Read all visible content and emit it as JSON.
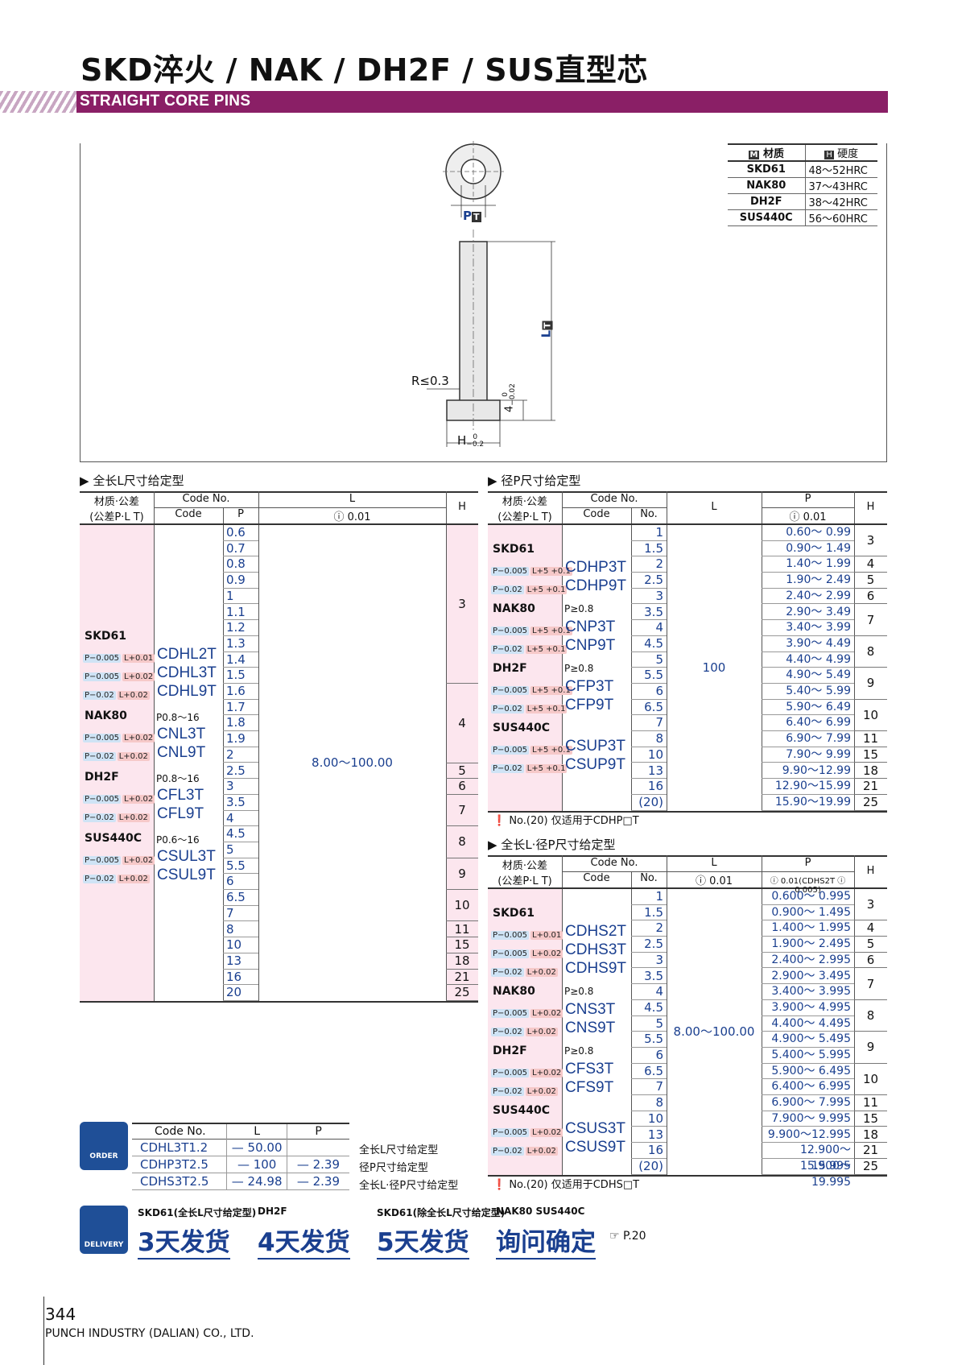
{
  "header": {
    "title": "SKD淬火 / NAK / DH2F / SUS直型芯",
    "subtitle": "STRAIGHT CORE PINS"
  },
  "diagram": {
    "p_label": "P",
    "t_mark": "T",
    "l_label": "L",
    "radius": "R≤0.3",
    "h_label": "H",
    "h_tol_up": "0",
    "h_tol_low": "−0.2",
    "four_label": "4",
    "four_tol_up": "0",
    "four_tol_low": "−0.02"
  },
  "material_table": {
    "col_material": "材质",
    "col_hardness": "硬度",
    "m_badge": "M",
    "h_badge": "H",
    "rows": [
      {
        "m": "SKD61",
        "h": "48～52HRC"
      },
      {
        "m": "NAK80",
        "h": "37～43HRC"
      },
      {
        "m": "DH2F",
        "h": "38～42HRC"
      },
      {
        "m": "SUS440C",
        "h": "56～60HRC"
      }
    ]
  },
  "section1": {
    "title": "全长L尺寸给定型",
    "hdr_mat": "材质·公差",
    "hdr_mat2": "(公差P·L",
    "hdr_code_no": "Code No.",
    "hdr_code": "Code",
    "hdr_p": "P",
    "hdr_l": "L",
    "hdr_l_tol": "0.01",
    "hdr_h": "H",
    "l_range": "8.00～100.00",
    "p_values": [
      "0.6",
      "0.7",
      "0.8",
      "0.9",
      "1",
      "1.1",
      "1.2",
      "1.3",
      "1.4",
      "1.5",
      "1.6",
      "1.7",
      "1.8",
      "1.9",
      "2",
      "2.5",
      "3",
      "3.5",
      "4",
      "4.5",
      "5",
      "5.5",
      "6",
      "6.5",
      "7",
      "8",
      "10",
      "13",
      "16",
      "20"
    ],
    "h_values": [
      "3",
      "4",
      "5",
      "6",
      "7",
      "8",
      "9",
      "10",
      "11",
      "15",
      "18",
      "21",
      "25"
    ],
    "groups": [
      {
        "name": "SKD61",
        "note": "",
        "rows": [
          {
            "p": "P−0.005",
            "l": "L+0.01",
            "code": "CDHL2T"
          },
          {
            "p": "P−0.005",
            "l": "L+0.02",
            "code": "CDHL3T"
          },
          {
            "p": "P−0.02",
            "l": "L+0.02",
            "code": "CDHL9T"
          }
        ]
      },
      {
        "name": "NAK80",
        "note": "P0.8～16",
        "rows": [
          {
            "p": "P−0.005",
            "l": "L+0.02",
            "code": "CNL3T"
          },
          {
            "p": "P−0.02",
            "l": "L+0.02",
            "code": "CNL9T"
          }
        ]
      },
      {
        "name": "DH2F",
        "note": "P0.8～16",
        "rows": [
          {
            "p": "P−0.005",
            "l": "L+0.02",
            "code": "CFL3T"
          },
          {
            "p": "P−0.02",
            "l": "L+0.02",
            "code": "CFL9T"
          }
        ]
      },
      {
        "name": "SUS440C",
        "note": "P0.6～16",
        "rows": [
          {
            "p": "P−0.005",
            "l": "L+0.02",
            "code": "CSUL3T"
          },
          {
            "p": "P−0.02",
            "l": "L+0.02",
            "code": "CSUL9T"
          }
        ]
      }
    ]
  },
  "section2": {
    "title": "径P尺寸给定型",
    "hdr_no": "No.",
    "hdr_p_tol": "0.01",
    "l_value": "100",
    "no_values": [
      "1",
      "1.5",
      "2",
      "2.5",
      "3",
      "3.5",
      "4",
      "4.5",
      "5",
      "5.5",
      "6",
      "6.5",
      "7",
      "8",
      "10",
      "13",
      "16",
      "(20)"
    ],
    "p_ranges": [
      "0.60～ 0.99",
      "0.90～ 1.49",
      "1.40～ 1.99",
      "1.90～ 2.49",
      "2.40～ 2.99",
      "2.90～ 3.49",
      "3.40～ 3.99",
      "3.90～ 4.49",
      "4.40～ 4.99",
      "4.90～ 5.49",
      "5.40～ 5.99",
      "5.90～ 6.49",
      "6.40～ 6.99",
      "6.90～ 7.99",
      "7.90～ 9.99",
      "9.90～12.99",
      "12.90～15.99",
      "15.90～19.99"
    ],
    "h_values": [
      "3",
      "4",
      "5",
      "6",
      "7",
      "8",
      "9",
      "10",
      "11",
      "15",
      "18",
      "21",
      "25"
    ],
    "groups": [
      {
        "name": "SKD61",
        "note": "",
        "rows": [
          {
            "p": "P−0.005",
            "l": "L+5 +0.1",
            "code": "CDHP3T"
          },
          {
            "p": "P−0.02",
            "l": "L+5 +0.1",
            "code": "CDHP9T"
          }
        ]
      },
      {
        "name": "NAK80",
        "note": "P≥0.8",
        "rows": [
          {
            "p": "P−0.005",
            "l": "L+5 +0.1",
            "code": "CNP3T"
          },
          {
            "p": "P−0.02",
            "l": "L+5 +0.1",
            "code": "CNP9T"
          }
        ]
      },
      {
        "name": "DH2F",
        "note": "P≥0.8",
        "rows": [
          {
            "p": "P−0.005",
            "l": "L+5 +0.1",
            "code": "CFP3T"
          },
          {
            "p": "P−0.02",
            "l": "L+5 +0.1",
            "code": "CFP9T"
          }
        ]
      },
      {
        "name": "SUS440C",
        "note": "",
        "rows": [
          {
            "p": "P−0.005",
            "l": "L+5 +0.1",
            "code": "CSUP3T"
          },
          {
            "p": "P−0.02",
            "l": "L+5 +0.1",
            "code": "CSUP9T"
          }
        ]
      }
    ],
    "footnote": "No.(20) 仅适用于CDHP□T"
  },
  "section3": {
    "title": "全长L·径P尺寸给定型",
    "hdr_l_tol": "0.01",
    "hdr_p_tol": "0.01(CDHS2T",
    "hdr_p_tol2": "0.005)",
    "l_range": "8.00～100.00",
    "no_values": [
      "1",
      "1.5",
      "2",
      "2.5",
      "3",
      "3.5",
      "4",
      "4.5",
      "5",
      "5.5",
      "6",
      "6.5",
      "7",
      "8",
      "10",
      "13",
      "16",
      "(20)"
    ],
    "p_ranges": [
      "0.600～ 0.995",
      "0.900～ 1.495",
      "1.400～ 1.995",
      "1.900～ 2.495",
      "2.400～ 2.995",
      "2.900～ 3.495",
      "3.400～ 3.995",
      "3.900～ 4.995",
      "4.400～ 4.495",
      "4.900～ 5.495",
      "5.400～ 5.995",
      "5.900～ 6.495",
      "6.400～ 6.995",
      "6.900～ 7.995",
      "7.900～ 9.995",
      "9.900～12.995",
      "12.900～15.995",
      "15.900～19.995"
    ],
    "h_values": [
      "3",
      "4",
      "5",
      "6",
      "7",
      "8",
      "9",
      "10",
      "11",
      "15",
      "18",
      "21",
      "25"
    ],
    "groups": [
      {
        "name": "SKD61",
        "note": "",
        "rows": [
          {
            "p": "P−0.005",
            "l": "L+0.01",
            "code": "CDHS2T"
          },
          {
            "p": "P−0.005",
            "l": "L+0.02",
            "code": "CDHS3T"
          },
          {
            "p": "P−0.02",
            "l": "L+0.02",
            "code": "CDHS9T"
          }
        ]
      },
      {
        "name": "NAK80",
        "note": "P≥0.8",
        "rows": [
          {
            "p": "P−0.005",
            "l": "L+0.02",
            "code": "CNS3T"
          },
          {
            "p": "P−0.02",
            "l": "L+0.02",
            "code": "CNS9T"
          }
        ]
      },
      {
        "name": "DH2F",
        "note": "P≥0.8",
        "rows": [
          {
            "p": "P−0.005",
            "l": "L+0.02",
            "code": "CFS3T"
          },
          {
            "p": "P−0.02",
            "l": "L+0.02",
            "code": "CFS9T"
          }
        ]
      },
      {
        "name": "SUS440C",
        "note": "",
        "rows": [
          {
            "p": "P−0.005",
            "l": "L+0.02",
            "code": "CSUS3T"
          },
          {
            "p": "P−0.02",
            "l": "L+0.02",
            "code": "CSUS9T"
          }
        ]
      }
    ],
    "footnote": "No.(20) 仅适用于CDHS□T"
  },
  "order": {
    "icon_label": "ORDER",
    "hdr_code": "Code No.",
    "hdr_l": "L",
    "hdr_p": "P",
    "rows": [
      {
        "code": "CDHL3T1.2",
        "l": "50.00",
        "p": "",
        "note": "全长L尺寸给定型"
      },
      {
        "code": "CDHP3T2.5",
        "l": "100",
        "p": "2.39",
        "note": "径P尺寸给定型"
      },
      {
        "code": "CDHS3T2.5",
        "l": "24.98",
        "p": "2.39",
        "note": "全长L·径P尺寸给定型"
      }
    ]
  },
  "delivery": {
    "icon_label": "DELIVERY",
    "items": [
      {
        "label": "SKD61(全长L尺寸给定型)",
        "value": "3天发货"
      },
      {
        "label": "DH2F",
        "value": "4天发货"
      },
      {
        "label": "SKD61(除全长L尺寸给定型)",
        "value": "5天发货"
      },
      {
        "label": "NAK80  SUS440C",
        "value": "询问确定"
      }
    ],
    "ref": "P.20"
  },
  "footer": {
    "page": "344",
    "company": "PUNCH INDUSTRY (DALIAN) CO., LTD."
  }
}
